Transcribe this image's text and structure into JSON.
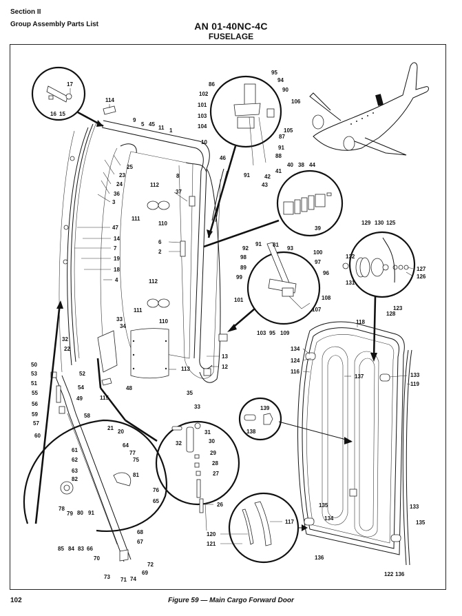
{
  "header": {
    "section": "Section II",
    "group": "Group Assembly Parts List",
    "document_number": "AN 01-40NC-4C",
    "subject": "FUSELAGE"
  },
  "footer": {
    "page_number": "102",
    "caption": "Figure 59 — Main Cargo Forward Door"
  },
  "figure": {
    "title": "Main Cargo Forward Door",
    "figure_number": "59",
    "views": [
      {
        "name": "hinge-bracket-detail",
        "callouts": [
          "15",
          "16",
          "17"
        ]
      },
      {
        "name": "upper-lock-detail",
        "callouts": [
          "86",
          "87",
          "88",
          "90",
          "91",
          "94",
          "95",
          "101",
          "102",
          "103",
          "104",
          "105",
          "106"
        ]
      },
      {
        "name": "shim-stack-detail",
        "callouts": [
          "38",
          "39",
          "40",
          "41",
          "42",
          "43",
          "44"
        ]
      },
      {
        "name": "latch-mechanism-detail",
        "callouts": [
          "88",
          "89",
          "91",
          "92",
          "93",
          "95",
          "96",
          "97",
          "99",
          "100",
          "101",
          "103",
          "107",
          "108",
          "109"
        ]
      },
      {
        "name": "handle-shaft-detail",
        "callouts": [
          "123",
          "125",
          "126",
          "127",
          "128",
          "129",
          "130",
          "131",
          "132"
        ]
      },
      {
        "name": "cable-linkage-detail",
        "callouts": [
          "26",
          "27",
          "28",
          "29",
          "30",
          "31",
          "32",
          "33"
        ]
      },
      {
        "name": "bolt-nut-detail",
        "callouts": [
          "138",
          "139"
        ]
      },
      {
        "name": "seal-strip-detail",
        "callouts": [
          "117",
          "120",
          "121"
        ]
      },
      {
        "name": "lower-latch-rod-detail",
        "callouts": [
          "20",
          "21",
          "61",
          "62",
          "63",
          "64",
          "65",
          "75",
          "76",
          "77",
          "78",
          "79",
          "80",
          "81",
          "82",
          "83"
        ]
      }
    ]
  },
  "callouts": [
    {
      "id": "c17",
      "label": "17"
    },
    {
      "id": "c16",
      "label": "16"
    },
    {
      "id": "c15",
      "label": "15"
    },
    {
      "id": "c114",
      "label": "114"
    },
    {
      "id": "c9",
      "label": "9"
    },
    {
      "id": "c5",
      "label": "5"
    },
    {
      "id": "c45",
      "label": "45"
    },
    {
      "id": "c11",
      "label": "11"
    },
    {
      "id": "c1",
      "label": "1"
    },
    {
      "id": "c10",
      "label": "10"
    },
    {
      "id": "c8",
      "label": "8"
    },
    {
      "id": "c25",
      "label": "25"
    },
    {
      "id": "c23",
      "label": "23"
    },
    {
      "id": "c24",
      "label": "24"
    },
    {
      "id": "c36",
      "label": "36"
    },
    {
      "id": "c3",
      "label": "3"
    },
    {
      "id": "c112a",
      "label": "112"
    },
    {
      "id": "c111a",
      "label": "111"
    },
    {
      "id": "c110a",
      "label": "110"
    },
    {
      "id": "c37",
      "label": "37"
    },
    {
      "id": "c46",
      "label": "46"
    },
    {
      "id": "c86",
      "label": "86"
    },
    {
      "id": "c102",
      "label": "102"
    },
    {
      "id": "c101a",
      "label": "101"
    },
    {
      "id": "c103a",
      "label": "103"
    },
    {
      "id": "c104",
      "label": "104"
    },
    {
      "id": "c95a",
      "label": "95"
    },
    {
      "id": "c94",
      "label": "94"
    },
    {
      "id": "c90",
      "label": "90"
    },
    {
      "id": "c106",
      "label": "106"
    },
    {
      "id": "c105",
      "label": "105"
    },
    {
      "id": "c87",
      "label": "87"
    },
    {
      "id": "c91a",
      "label": "91"
    },
    {
      "id": "c88a",
      "label": "88"
    },
    {
      "id": "c91b",
      "label": "91"
    },
    {
      "id": "c42",
      "label": "42"
    },
    {
      "id": "c41",
      "label": "41"
    },
    {
      "id": "c40",
      "label": "40"
    },
    {
      "id": "c38",
      "label": "38"
    },
    {
      "id": "c44",
      "label": "44"
    },
    {
      "id": "c43",
      "label": "43"
    },
    {
      "id": "c39",
      "label": "39"
    },
    {
      "id": "c47",
      "label": "47"
    },
    {
      "id": "c14",
      "label": "14"
    },
    {
      "id": "c7",
      "label": "7"
    },
    {
      "id": "c19",
      "label": "19"
    },
    {
      "id": "c18",
      "label": "18"
    },
    {
      "id": "c4",
      "label": "4"
    },
    {
      "id": "c6",
      "label": "6"
    },
    {
      "id": "c2",
      "label": "2"
    },
    {
      "id": "c112b",
      "label": "112"
    },
    {
      "id": "c111b",
      "label": "111"
    },
    {
      "id": "c110b",
      "label": "110"
    },
    {
      "id": "c33a",
      "label": "33"
    },
    {
      "id": "c34",
      "label": "34"
    },
    {
      "id": "c32a",
      "label": "32"
    },
    {
      "id": "c22",
      "label": "22"
    },
    {
      "id": "c113",
      "label": "113"
    },
    {
      "id": "c48",
      "label": "48"
    },
    {
      "id": "c115",
      "label": "115"
    },
    {
      "id": "c35",
      "label": "35"
    },
    {
      "id": "c13",
      "label": "13"
    },
    {
      "id": "c12",
      "label": "12"
    },
    {
      "id": "c91c",
      "label": "91"
    },
    {
      "id": "c92",
      "label": "92"
    },
    {
      "id": "c81",
      "label": "81"
    },
    {
      "id": "c93",
      "label": "93"
    },
    {
      "id": "c98",
      "label": "98"
    },
    {
      "id": "c89",
      "label": "89"
    },
    {
      "id": "c99",
      "label": "99"
    },
    {
      "id": "c100",
      "label": "100"
    },
    {
      "id": "c97",
      "label": "97"
    },
    {
      "id": "c96",
      "label": "96"
    },
    {
      "id": "c101b",
      "label": "101"
    },
    {
      "id": "c108",
      "label": "108"
    },
    {
      "id": "c107",
      "label": "107"
    },
    {
      "id": "c103b",
      "label": "103"
    },
    {
      "id": "c95b",
      "label": "95"
    },
    {
      "id": "c109",
      "label": "109"
    },
    {
      "id": "c129",
      "label": "129"
    },
    {
      "id": "c130",
      "label": "130"
    },
    {
      "id": "c125",
      "label": "125"
    },
    {
      "id": "c132",
      "label": "132"
    },
    {
      "id": "c127",
      "label": "127"
    },
    {
      "id": "c126",
      "label": "126"
    },
    {
      "id": "c131",
      "label": "131"
    },
    {
      "id": "c123",
      "label": "123"
    },
    {
      "id": "c128",
      "label": "128"
    },
    {
      "id": "c118",
      "label": "118"
    },
    {
      "id": "c134a",
      "label": "134"
    },
    {
      "id": "c124",
      "label": "124"
    },
    {
      "id": "c116",
      "label": "116"
    },
    {
      "id": "c137",
      "label": "137"
    },
    {
      "id": "c133a",
      "label": "133"
    },
    {
      "id": "c119",
      "label": "119"
    },
    {
      "id": "c50",
      "label": "50"
    },
    {
      "id": "c53",
      "label": "53"
    },
    {
      "id": "c51",
      "label": "51"
    },
    {
      "id": "c52",
      "label": "52"
    },
    {
      "id": "c54",
      "label": "54"
    },
    {
      "id": "c49",
      "label": "49"
    },
    {
      "id": "c55",
      "label": "55"
    },
    {
      "id": "c56",
      "label": "56"
    },
    {
      "id": "c59",
      "label": "59"
    },
    {
      "id": "c57",
      "label": "57"
    },
    {
      "id": "c58",
      "label": "58"
    },
    {
      "id": "c60",
      "label": "60"
    },
    {
      "id": "c21",
      "label": "21"
    },
    {
      "id": "c20",
      "label": "20"
    },
    {
      "id": "c64",
      "label": "64"
    },
    {
      "id": "c77",
      "label": "77"
    },
    {
      "id": "c75",
      "label": "75"
    },
    {
      "id": "c61",
      "label": "61"
    },
    {
      "id": "c62",
      "label": "62"
    },
    {
      "id": "c63",
      "label": "63"
    },
    {
      "id": "c82",
      "label": "82"
    },
    {
      "id": "c81b",
      "label": "81"
    },
    {
      "id": "c76",
      "label": "76"
    },
    {
      "id": "c65",
      "label": "65"
    },
    {
      "id": "c78",
      "label": "78"
    },
    {
      "id": "c79",
      "label": "79"
    },
    {
      "id": "c80",
      "label": "80"
    },
    {
      "id": "c91d",
      "label": "91"
    },
    {
      "id": "c85",
      "label": "85"
    },
    {
      "id": "c84",
      "label": "84"
    },
    {
      "id": "c83",
      "label": "83"
    },
    {
      "id": "c66",
      "label": "66"
    },
    {
      "id": "c68",
      "label": "68"
    },
    {
      "id": "c67",
      "label": "67"
    },
    {
      "id": "c70",
      "label": "70"
    },
    {
      "id": "c72",
      "label": "72"
    },
    {
      "id": "c73",
      "label": "73"
    },
    {
      "id": "c71",
      "label": "71"
    },
    {
      "id": "c74",
      "label": "74"
    },
    {
      "id": "c69",
      "label": "69"
    },
    {
      "id": "c33b",
      "label": "33"
    },
    {
      "id": "c32b",
      "label": "32"
    },
    {
      "id": "c31",
      "label": "31"
    },
    {
      "id": "c30",
      "label": "30"
    },
    {
      "id": "c29",
      "label": "29"
    },
    {
      "id": "c28",
      "label": "28"
    },
    {
      "id": "c27",
      "label": "27"
    },
    {
      "id": "c26",
      "label": "26"
    },
    {
      "id": "c139",
      "label": "139"
    },
    {
      "id": "c138",
      "label": "138"
    },
    {
      "id": "c120",
      "label": "120"
    },
    {
      "id": "c121",
      "label": "121"
    },
    {
      "id": "c117",
      "label": "117"
    },
    {
      "id": "c135a",
      "label": "135"
    },
    {
      "id": "c134b",
      "label": "134"
    },
    {
      "id": "c136a",
      "label": "136"
    },
    {
      "id": "c133b",
      "label": "133"
    },
    {
      "id": "c135b",
      "label": "135"
    },
    {
      "id": "c122",
      "label": "122"
    },
    {
      "id": "c136b",
      "label": "136"
    }
  ]
}
